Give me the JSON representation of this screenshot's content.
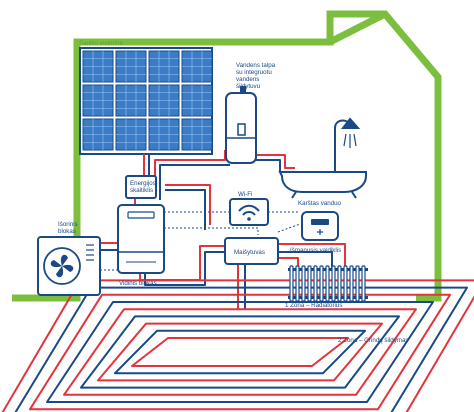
{
  "labels": {
    "solar": "Saulės elektrinė",
    "tank": [
      "Vandens talpa",
      "su integruotu",
      "vandens",
      "šildytuvu"
    ],
    "energy_meter": [
      "Energijos",
      "skaitiklis"
    ],
    "hot_water": "Karštas vanduo",
    "wifi": "Wi-Fi",
    "outdoor_unit": [
      "Išorinis",
      "blokas"
    ],
    "indoor_unit": "Vidinis blokas",
    "mixer": "Maišytuvas",
    "smart_controller": "Išmanusis valdiklis",
    "zone1": "1 Zona – Radiatorius",
    "zone2": "2 Zona – Grindų šildymas"
  },
  "colors": {
    "house_outline": "#7cbf3f",
    "device_stroke": "#1a4a86",
    "supply_pipe": "#e3343c",
    "return_pipe": "#1a4a86",
    "label_text": "#1a4a86",
    "solar_label": "#5aa832"
  },
  "icons": [
    "solar-panel-icon",
    "water-tank-icon",
    "bathtub-icon",
    "shower-icon",
    "wifi-icon",
    "fan-icon",
    "thermostat-icon",
    "radiator-icon"
  ]
}
